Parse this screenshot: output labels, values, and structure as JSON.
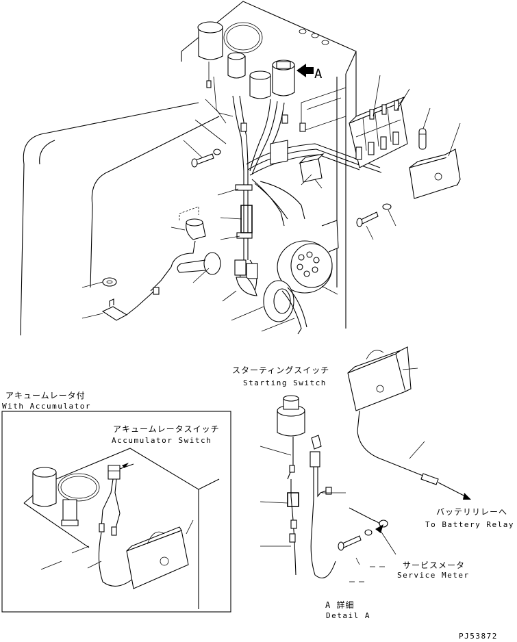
{
  "callouts": {
    "detail_arrow": "A",
    "with_accumulator_jp": "アキュームレータ付",
    "with_accumulator_en": "With Accumulator",
    "accumulator_switch_jp": "アキュームレータスイッチ",
    "accumulator_switch_en": "Accumulator Switch",
    "starting_switch_jp": "スターティングスイッチ",
    "starting_switch_en": "Starting Switch",
    "battery_relay_jp": "バッテリリレーへ",
    "battery_relay_en": "To Battery Relay",
    "service_meter_jp": "サービスメータ",
    "service_meter_en": "Service Meter",
    "detail_a_jp": "A 詳細",
    "detail_a_en": "Detail A",
    "drawing_number": "PJ53872"
  }
}
